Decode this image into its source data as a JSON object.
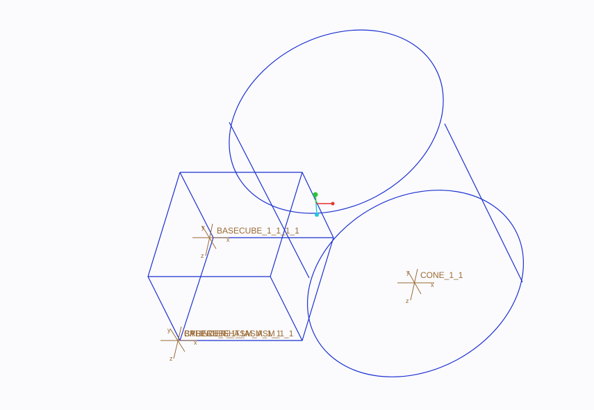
{
  "colors": {
    "background": "#fbfbfe",
    "geometry_edges": "#1a2fd0",
    "datum_csys": "#9a6a32",
    "triad_x": "#e8322c",
    "triad_y": "#28c832",
    "triad_z": "#22c8e0"
  },
  "labels": {
    "basecube": "BASECUBE_1_1_1_1",
    "cone": "CONE_1_1",
    "assembly_overlap_1": "CYLINDER_1_1",
    "assembly_overlap_2": "BASECUBE_ASM_ASM_1_1",
    "assembly_overlap_3": "SPHERE_SHT_ASM_1_1"
  },
  "axis_letters": {
    "x": "x",
    "y": "y",
    "z": "z"
  },
  "icons": {
    "spin_center": "spin-center-triad-icon",
    "csys": "coordinate-system-icon"
  }
}
